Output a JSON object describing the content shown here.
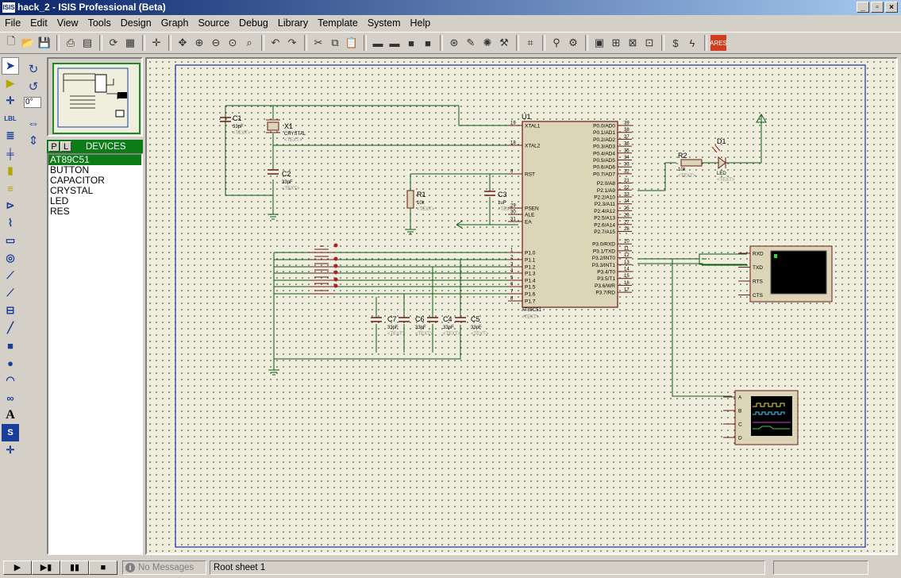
{
  "window": {
    "title": "hack_2 - ISIS Professional (Beta)",
    "icon_text": "ISIS"
  },
  "menu": [
    "File",
    "Edit",
    "View",
    "Tools",
    "Design",
    "Graph",
    "Source",
    "Debug",
    "Library",
    "Template",
    "System",
    "Help"
  ],
  "left_tools": [
    "selection-arrow-icon",
    "component-icon",
    "junction-icon",
    "wire-label-icon",
    "text-script-icon",
    "bus-icon",
    "subcircuit-icon",
    "terminal-icon",
    "device-pin-icon",
    "graph-icon",
    "tape-recorder-icon",
    "generator-icon",
    "voltage-probe-icon",
    "current-probe-icon",
    "virtual-instrument-icon",
    "line-icon",
    "box-icon",
    "circle-icon",
    "arc-icon",
    "path-icon",
    "text-icon",
    "symbol-icon",
    "marker-icon"
  ],
  "rotation": {
    "angle": "0°"
  },
  "devices_panel": {
    "tab_p": "P",
    "tab_l": "L",
    "title": "DEVICES",
    "selected": "AT89C51",
    "items": [
      "AT89C51",
      "BUTTON",
      "CAPACITOR",
      "CRYSTAL",
      "LED",
      "RES"
    ]
  },
  "schematic": {
    "mcu": {
      "ref": "U1",
      "part": "AT89C51",
      "text": "<TEXT>",
      "left_pins": [
        {
          "num": "19",
          "name": "XTAL1"
        },
        {
          "num": "18",
          "name": "XTAL2"
        },
        {
          "num": "9",
          "name": "RST"
        },
        {
          "num": "29",
          "name": "PSEN"
        },
        {
          "num": "30",
          "name": "ALE"
        },
        {
          "num": "31",
          "name": "EA"
        },
        {
          "num": "1",
          "name": "P1.0"
        },
        {
          "num": "2",
          "name": "P1.1"
        },
        {
          "num": "3",
          "name": "P1.2"
        },
        {
          "num": "4",
          "name": "P1.3"
        },
        {
          "num": "5",
          "name": "P1.4"
        },
        {
          "num": "6",
          "name": "P1.5"
        },
        {
          "num": "7",
          "name": "P1.6"
        },
        {
          "num": "8",
          "name": "P1.7"
        }
      ],
      "right_pins": [
        {
          "num": "39",
          "name": "P0.0/AD0"
        },
        {
          "num": "38",
          "name": "P0.1/AD1"
        },
        {
          "num": "37",
          "name": "P0.2/AD2"
        },
        {
          "num": "36",
          "name": "P0.3/AD3"
        },
        {
          "num": "35",
          "name": "P0.4/AD4"
        },
        {
          "num": "34",
          "name": "P0.5/AD5"
        },
        {
          "num": "33",
          "name": "P0.6/AD6"
        },
        {
          "num": "32",
          "name": "P0.7/AD7"
        },
        {
          "num": "21",
          "name": "P2.0/A8"
        },
        {
          "num": "22",
          "name": "P2.1/A9"
        },
        {
          "num": "23",
          "name": "P2.2/A10"
        },
        {
          "num": "24",
          "name": "P2.3/A11"
        },
        {
          "num": "25",
          "name": "P2.4/A12"
        },
        {
          "num": "26",
          "name": "P2.5/A13"
        },
        {
          "num": "27",
          "name": "P2.6/A14"
        },
        {
          "num": "28",
          "name": "P2.7/A15"
        },
        {
          "num": "10",
          "name": "P3.0/RXD"
        },
        {
          "num": "11",
          "name": "P3.1/TXD"
        },
        {
          "num": "12",
          "name": "P3.2/INT0"
        },
        {
          "num": "13",
          "name": "P3.3/INT1"
        },
        {
          "num": "14",
          "name": "P3.4/T0"
        },
        {
          "num": "15",
          "name": "P3.5/T1"
        },
        {
          "num": "16",
          "name": "P3.6/WR"
        },
        {
          "num": "17",
          "name": "P3.7/RD"
        }
      ]
    },
    "components": {
      "c1": {
        "ref": "C1",
        "val": "33pF",
        "text": "<TEXT>"
      },
      "c2": {
        "ref": "C2",
        "val": "33pF",
        "text": "<TEXT>"
      },
      "x1": {
        "ref": "X1",
        "val": "CRYSTAL",
        "text": "<TEXT>"
      },
      "r1": {
        "ref": "R1",
        "val": "10k",
        "text": "<TEXT>"
      },
      "c3": {
        "ref": "C3",
        "val": "1uF",
        "text": "<TEXT>"
      },
      "r2": {
        "ref": "R2",
        "val": "10k",
        "text": "<TEXT>"
      },
      "d1": {
        "ref": "D1",
        "val": "LED",
        "text": "<TEXT>"
      },
      "c7": {
        "ref": "C7",
        "val": "33pF",
        "text": "<TEXT>"
      },
      "c6": {
        "ref": "C6",
        "val": "33pF",
        "text": "<TEXT>"
      },
      "c4": {
        "ref": "C4",
        "val": "33pF",
        "text": "<TEXT>"
      },
      "c5": {
        "ref": "C5",
        "val": "33pF",
        "text": "<TEXT>"
      }
    },
    "terminal": {
      "pins": [
        "RXD",
        "TXD",
        "RTS",
        "CTS"
      ]
    },
    "scope": {
      "channels": [
        "A",
        "B",
        "C",
        "D"
      ]
    }
  },
  "status": {
    "play_buttons": [
      "play-icon",
      "step-icon",
      "pause-icon",
      "stop-icon"
    ],
    "messages": "No Messages",
    "sheet": "Root sheet 1"
  }
}
